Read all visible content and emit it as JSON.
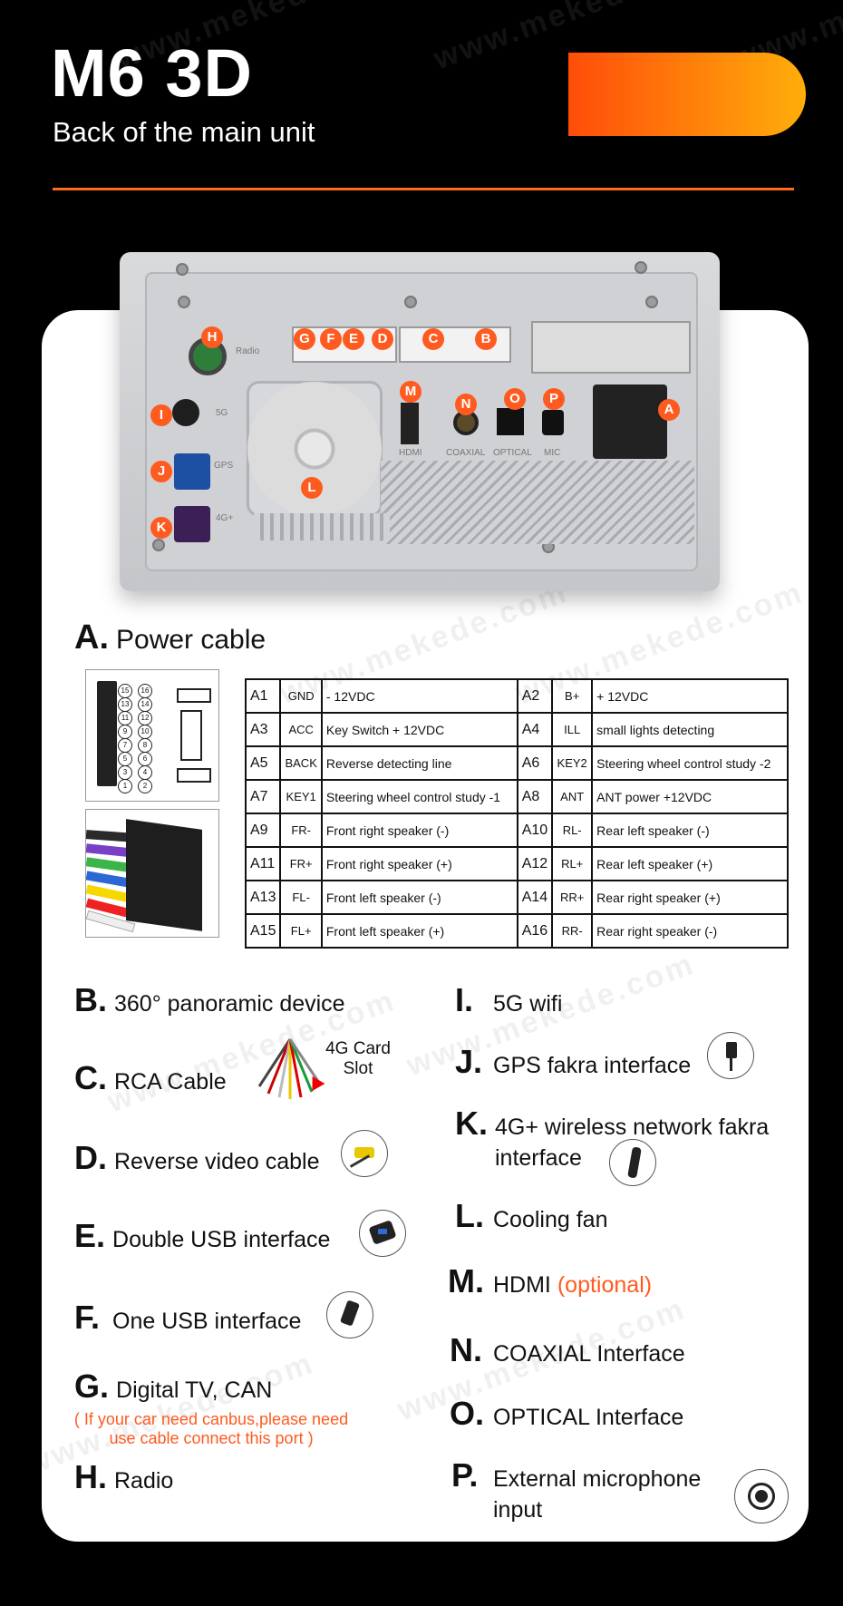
{
  "header": {
    "title": "M6 3D",
    "subtitle": "Back of the main unit"
  },
  "watermark": "www.mekede.com",
  "device": {
    "markers": [
      "A",
      "B",
      "C",
      "D",
      "E",
      "F",
      "G",
      "H",
      "I",
      "J",
      "K",
      "L",
      "M",
      "N",
      "O",
      "P"
    ],
    "port_labels": {
      "radio": "Radio",
      "fiveg": "5G",
      "gps": "GPS",
      "fourg": "4G+",
      "hdmi": "HDMI",
      "coaxial": "COAXIAL",
      "optical": "OPTICAL",
      "mic": "MIC"
    }
  },
  "section_a": {
    "letter": "A.",
    "title": "Power cable",
    "pins_left": [
      "15",
      "13",
      "11",
      "9",
      "7",
      "5",
      "3",
      "1"
    ],
    "pins_right": [
      "16",
      "14",
      "12",
      "10",
      "8",
      "6",
      "4",
      "2"
    ],
    "table": [
      {
        "id1": "A1",
        "n1": "GND",
        "d1": "- 12VDC",
        "id2": "A2",
        "n2": "B+",
        "d2": "+ 12VDC"
      },
      {
        "id1": "A3",
        "n1": "ACC",
        "d1": "Key Switch + 12VDC",
        "id2": "A4",
        "n2": "ILL",
        "d2": "small lights detecting"
      },
      {
        "id1": "A5",
        "n1": "BACK",
        "d1": "Reverse detecting line",
        "id2": "A6",
        "n2": "KEY2",
        "d2": "Steering wheel control study -2"
      },
      {
        "id1": "A7",
        "n1": "KEY1",
        "d1": "Steering wheel control study -1",
        "id2": "A8",
        "n2": "ANT",
        "d2": "ANT power +12VDC"
      },
      {
        "id1": "A9",
        "n1": "FR-",
        "d1": "Front right speaker (-)",
        "id2": "A10",
        "n2": "RL-",
        "d2": "Rear left speaker (-)"
      },
      {
        "id1": "A11",
        "n1": "FR+",
        "d1": "Front right speaker (+)",
        "id2": "A12",
        "n2": "RL+",
        "d2": "Rear left speaker (+)"
      },
      {
        "id1": "A13",
        "n1": "FL-",
        "d1": "Front left speaker (-)",
        "id2": "A14",
        "n2": "RR+",
        "d2": "Rear right speaker (+)"
      },
      {
        "id1": "A15",
        "n1": "FL+",
        "d1": "Front left speaker (+)",
        "id2": "A16",
        "n2": "RR-",
        "d2": "Rear right speaker (-)"
      }
    ]
  },
  "features_left": [
    {
      "letter": "B.",
      "label": "360° panoramic device"
    },
    {
      "letter": "C.",
      "label": "RCA Cable"
    },
    {
      "letter": "D.",
      "label": "Reverse video cable"
    },
    {
      "letter": "E.",
      "label": "Double USB interface"
    },
    {
      "letter": "F.",
      "label": "One USB interface"
    },
    {
      "letter": "G.",
      "label": "Digital TV, CAN"
    },
    {
      "letter": "H.",
      "label": "Radio"
    }
  ],
  "rca_note": "4G Card Slot",
  "g_note": "( If your car need canbus,please need use cable connect this port )",
  "features_right": [
    {
      "letter": "I.",
      "label": "5G wifi"
    },
    {
      "letter": "J.",
      "label": "GPS fakra interface"
    },
    {
      "letter": "K.",
      "label": "4G+ wireless network fakra interface"
    },
    {
      "letter": "L.",
      "label": "Cooling fan"
    },
    {
      "letter": "M.",
      "label": "HDMI",
      "extra": "(optional)"
    },
    {
      "letter": "N.",
      "label": "COAXIAL Interface"
    },
    {
      "letter": "O.",
      "label": "OPTICAL Interface"
    },
    {
      "letter": "P.",
      "label": "External microphone input"
    }
  ],
  "colors": {
    "accent": "#ff5a1f",
    "background": "#000000",
    "card": "#ffffff"
  }
}
